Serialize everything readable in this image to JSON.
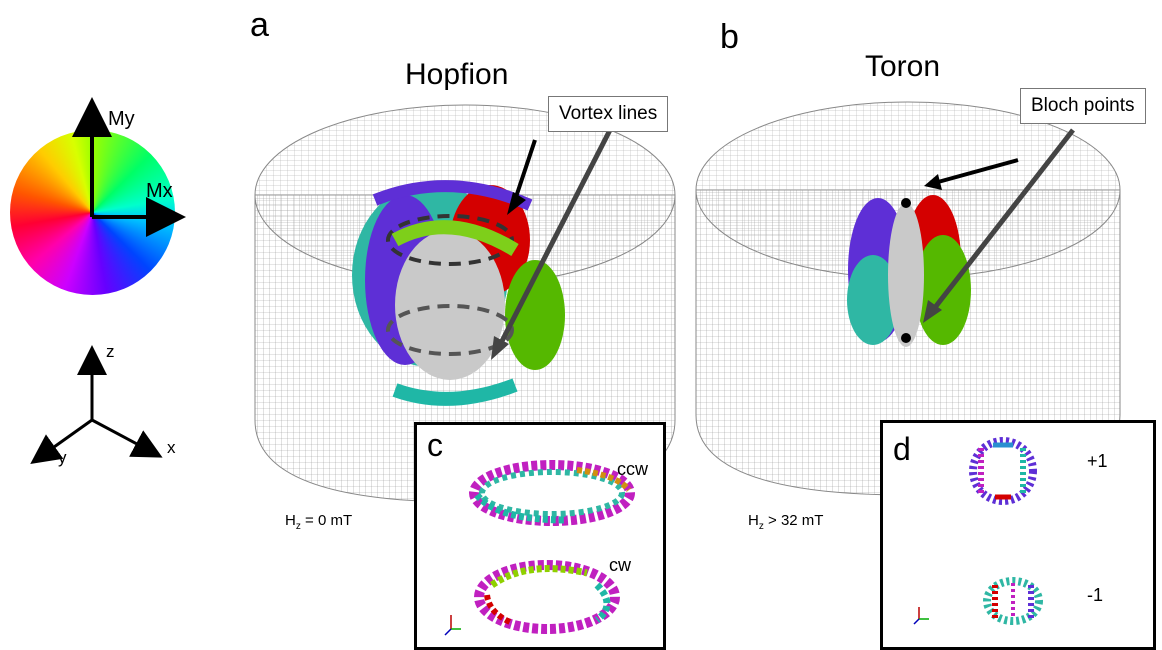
{
  "panels": {
    "a": {
      "letter": "a",
      "title": "Hopfion",
      "callout": "Vortex lines",
      "field_main": "H",
      "field_sub": "z",
      "field_rest": " = 0 mT"
    },
    "b": {
      "letter": "b",
      "title": "Toron",
      "callout": "Bloch points",
      "field_main": "H",
      "field_sub": "z",
      "field_rest": " > 32 mT"
    },
    "c": {
      "letter": "c",
      "label_top": "ccw",
      "label_bottom": "cw"
    },
    "d": {
      "letter": "d",
      "label_top": "+1",
      "label_bottom": "-1"
    }
  },
  "color_wheel": {
    "axis_y": "My",
    "axis_x": "Mx"
  },
  "axes": {
    "z": "z",
    "y": "y",
    "x": "x"
  },
  "colors": {
    "red": "#d40000",
    "green": "#55b800",
    "teal": "#1fb7a6",
    "purple": "#5b1fd6",
    "grey": "#c9c9c9"
  }
}
